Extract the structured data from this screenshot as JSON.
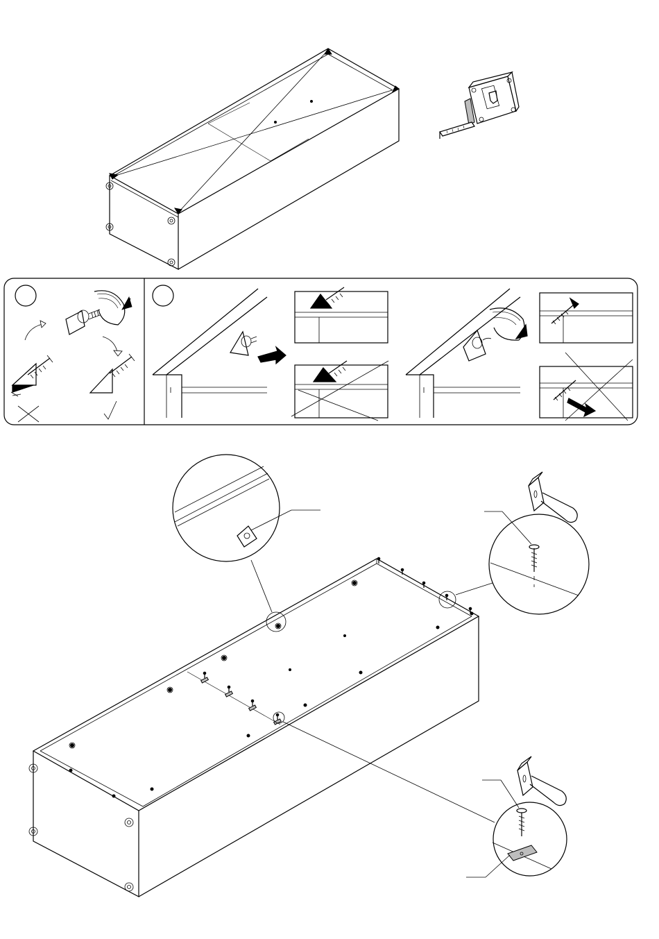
{
  "page": {
    "background": "#ffffff",
    "line_color": "#000000"
  },
  "figures": {
    "top": {
      "cabinet": "cabinet-carcass",
      "tool": "tape-measure-icon"
    },
    "instruction_panel": {
      "steps": [
        "step-1-circle",
        "step-2-circle"
      ],
      "marks": {
        "incorrect": "cross-mark-icon",
        "correct": "check-mark-icon"
      }
    },
    "bottom": {
      "cabinet": "cabinet-back-panel",
      "tools": [
        "hammer-icon",
        "hammer-icon"
      ],
      "fasteners": [
        "screw-icon",
        "nail-icon",
        "connector-plate-icon"
      ]
    }
  }
}
